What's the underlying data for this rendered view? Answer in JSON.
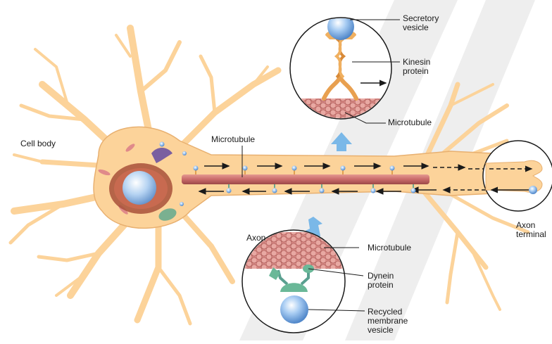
{
  "labels": {
    "cell_body": "Cell body",
    "microtubule_axon": "Microtubule",
    "axon": "Axon",
    "axon_terminal": "Axon\nterminal",
    "secretory_vesicle": "Secretory\nvesicle",
    "kinesin_protein": "Kinesin\nprotein",
    "microtubule_top": "Microtubule",
    "microtubule_bottom": "Microtubule",
    "dynein_protein": "Dynein\nprotein",
    "recycled_vesicle": "Recycled\nmembrane\nvesicle"
  },
  "colors": {
    "neuron": "#fcd39a",
    "neuron_edge": "#e8b070",
    "microtubule": "#c96a6a",
    "nucleus": "#a8c9f0",
    "nucleolus_ring": "#8c3b2a",
    "vesicle": "#8fb8ea",
    "kinesin": "#f0b060",
    "dynein_head": "#7ab8a0",
    "highlight_arrow": "#6aaee0",
    "watermark": "#d9d9d9"
  }
}
